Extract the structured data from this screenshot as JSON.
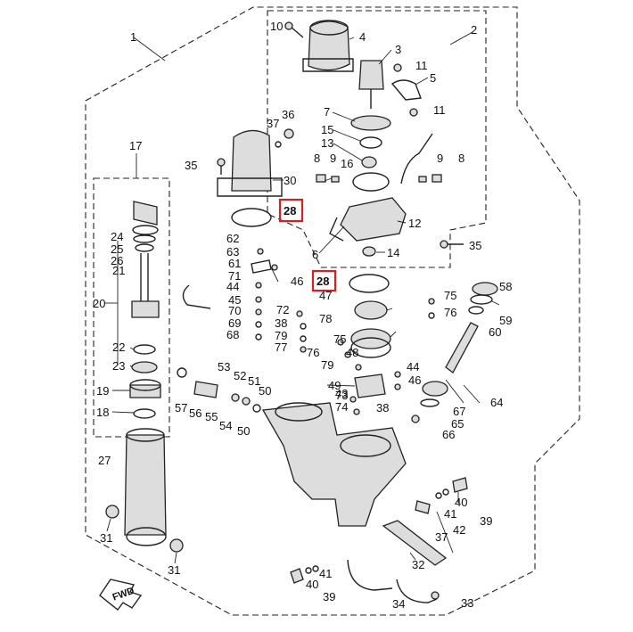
{
  "callouts": [
    {
      "id": "c1",
      "text": "1"
    },
    {
      "id": "c2",
      "text": "2"
    },
    {
      "id": "c3",
      "text": "3"
    },
    {
      "id": "c4",
      "text": "4"
    },
    {
      "id": "c5",
      "text": "5"
    },
    {
      "id": "c6",
      "text": "6"
    },
    {
      "id": "c7",
      "text": "7"
    },
    {
      "id": "c8a",
      "text": "8"
    },
    {
      "id": "c8b",
      "text": "8"
    },
    {
      "id": "c9a",
      "text": "9"
    },
    {
      "id": "c9b",
      "text": "9"
    },
    {
      "id": "c10",
      "text": "10"
    },
    {
      "id": "c11a",
      "text": "11"
    },
    {
      "id": "c11b",
      "text": "11"
    },
    {
      "id": "c12",
      "text": "12"
    },
    {
      "id": "c13",
      "text": "13"
    },
    {
      "id": "c14",
      "text": "14"
    },
    {
      "id": "c15",
      "text": "15"
    },
    {
      "id": "c16",
      "text": "16"
    },
    {
      "id": "c17",
      "text": "17"
    },
    {
      "id": "c18",
      "text": "18"
    },
    {
      "id": "c19",
      "text": "19"
    },
    {
      "id": "c20",
      "text": "20"
    },
    {
      "id": "c21",
      "text": "21"
    },
    {
      "id": "c22",
      "text": "22"
    },
    {
      "id": "c23",
      "text": "23"
    },
    {
      "id": "c24",
      "text": "24"
    },
    {
      "id": "c25",
      "text": "25"
    },
    {
      "id": "c26",
      "text": "26"
    },
    {
      "id": "c27",
      "text": "27"
    },
    {
      "id": "c30",
      "text": "30"
    },
    {
      "id": "c31a",
      "text": "31"
    },
    {
      "id": "c31b",
      "text": "31"
    },
    {
      "id": "c32",
      "text": "32"
    },
    {
      "id": "c33",
      "text": "33"
    },
    {
      "id": "c34",
      "text": "34"
    },
    {
      "id": "c35a",
      "text": "35"
    },
    {
      "id": "c35b",
      "text": "35"
    },
    {
      "id": "c36",
      "text": "36"
    },
    {
      "id": "c37a",
      "text": "37"
    },
    {
      "id": "c37b",
      "text": "37"
    },
    {
      "id": "c38a",
      "text": "38"
    },
    {
      "id": "c38b",
      "text": "38"
    },
    {
      "id": "c39a",
      "text": "39"
    },
    {
      "id": "c39b",
      "text": "39"
    },
    {
      "id": "c40a",
      "text": "40"
    },
    {
      "id": "c40b",
      "text": "40"
    },
    {
      "id": "c41a",
      "text": "41"
    },
    {
      "id": "c41b",
      "text": "41"
    },
    {
      "id": "c42",
      "text": "42"
    },
    {
      "id": "c43",
      "text": "43"
    },
    {
      "id": "c44a",
      "text": "44"
    },
    {
      "id": "c44b",
      "text": "44"
    },
    {
      "id": "c45",
      "text": "45"
    },
    {
      "id": "c46a",
      "text": "46"
    },
    {
      "id": "c46b",
      "text": "46"
    },
    {
      "id": "c47",
      "text": "47"
    },
    {
      "id": "c48",
      "text": "48"
    },
    {
      "id": "c49",
      "text": "49"
    },
    {
      "id": "c50a",
      "text": "50"
    },
    {
      "id": "c50b",
      "text": "50"
    },
    {
      "id": "c51",
      "text": "51"
    },
    {
      "id": "c52",
      "text": "52"
    },
    {
      "id": "c53",
      "text": "53"
    },
    {
      "id": "c54",
      "text": "54"
    },
    {
      "id": "c55",
      "text": "55"
    },
    {
      "id": "c56",
      "text": "56"
    },
    {
      "id": "c57",
      "text": "57"
    },
    {
      "id": "c58",
      "text": "58"
    },
    {
      "id": "c59",
      "text": "59"
    },
    {
      "id": "c60",
      "text": "60"
    },
    {
      "id": "c61",
      "text": "61"
    },
    {
      "id": "c62",
      "text": "62"
    },
    {
      "id": "c63",
      "text": "63"
    },
    {
      "id": "c64",
      "text": "64"
    },
    {
      "id": "c65",
      "text": "65"
    },
    {
      "id": "c66",
      "text": "66"
    },
    {
      "id": "c67",
      "text": "67"
    },
    {
      "id": "c68",
      "text": "68"
    },
    {
      "id": "c69",
      "text": "69"
    },
    {
      "id": "c70",
      "text": "70"
    },
    {
      "id": "c71",
      "text": "71"
    },
    {
      "id": "c72",
      "text": "72"
    },
    {
      "id": "c73",
      "text": "73"
    },
    {
      "id": "c74",
      "text": "74"
    },
    {
      "id": "c75a",
      "text": "75"
    },
    {
      "id": "c75b",
      "text": "75"
    },
    {
      "id": "c76a",
      "text": "76"
    },
    {
      "id": "c76b",
      "text": "76"
    },
    {
      "id": "c77",
      "text": "77"
    },
    {
      "id": "c78",
      "text": "78"
    },
    {
      "id": "c79a",
      "text": "79"
    },
    {
      "id": "c79b",
      "text": "79"
    }
  ],
  "highlighted_callouts": [
    {
      "id": "h28a",
      "text": "28"
    },
    {
      "id": "h28b",
      "text": "28"
    }
  ],
  "fwd_label": "FWD",
  "highlight_color": "#d42020"
}
